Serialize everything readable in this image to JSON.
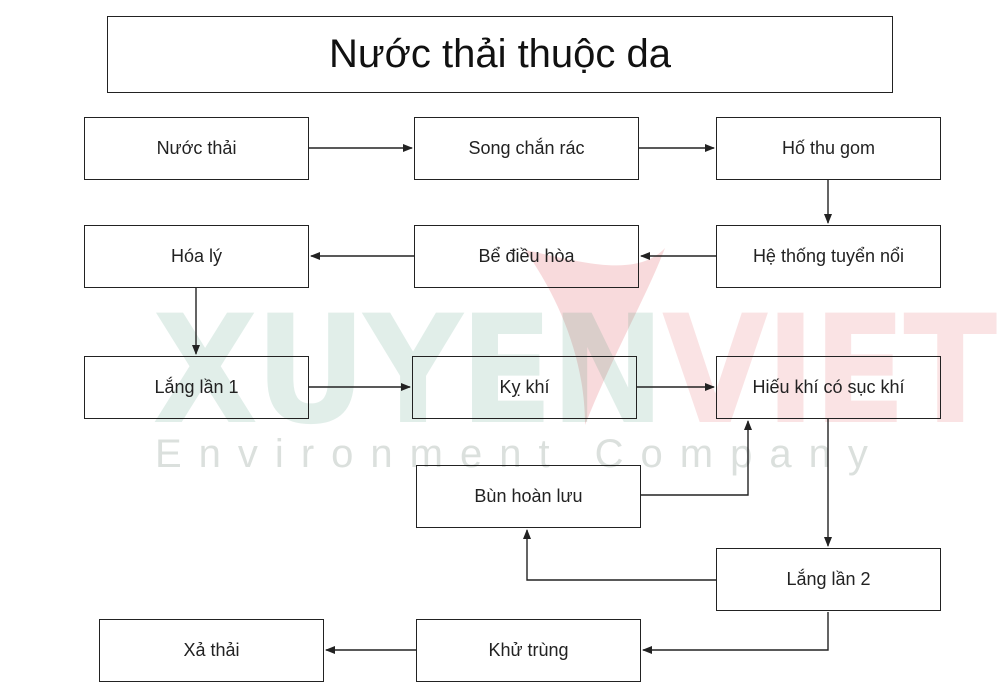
{
  "diagram": {
    "title": "Nước thải thuộc da",
    "nodes": {
      "nuoc_thai": "Nước thải",
      "song_chan_rac": "Song chắn rác",
      "ho_thu_gom": "Hố thu gom",
      "he_thong_tuyen_noi": "Hệ thống  tuyển nổi",
      "be_dieu_hoa": "Bể điều hòa",
      "hoa_ly": "Hóa lý",
      "lang_lan_1": "Lắng lần 1",
      "ky_khi": "Kỵ khí",
      "hieu_khi": "Hiếu khí  có sục khí",
      "bun_hoan_luu": "Bùn hoàn lưu",
      "lang_lan_2": "Lắng lần 2",
      "khu_trung": "Khử trùng",
      "xa_thai": "Xả thải"
    },
    "edges": [
      [
        "nuoc_thai",
        "song_chan_rac"
      ],
      [
        "song_chan_rac",
        "ho_thu_gom"
      ],
      [
        "ho_thu_gom",
        "he_thong_tuyen_noi"
      ],
      [
        "he_thong_tuyen_noi",
        "be_dieu_hoa"
      ],
      [
        "be_dieu_hoa",
        "hoa_ly"
      ],
      [
        "hoa_ly",
        "lang_lan_1"
      ],
      [
        "lang_lan_1",
        "ky_khi"
      ],
      [
        "ky_khi",
        "hieu_khi"
      ],
      [
        "hieu_khi",
        "lang_lan_2"
      ],
      [
        "lang_lan_2",
        "bun_hoan_luu"
      ],
      [
        "bun_hoan_luu",
        "hieu_khi"
      ],
      [
        "lang_lan_2",
        "khu_trung"
      ],
      [
        "khu_trung",
        "xa_thai"
      ]
    ]
  },
  "watermark": {
    "brand_left": "XUYEN",
    "brand_right": "VIET",
    "tagline": "Environment Company",
    "colors": {
      "green": "#0f7a53",
      "red": "#d8222a"
    }
  }
}
